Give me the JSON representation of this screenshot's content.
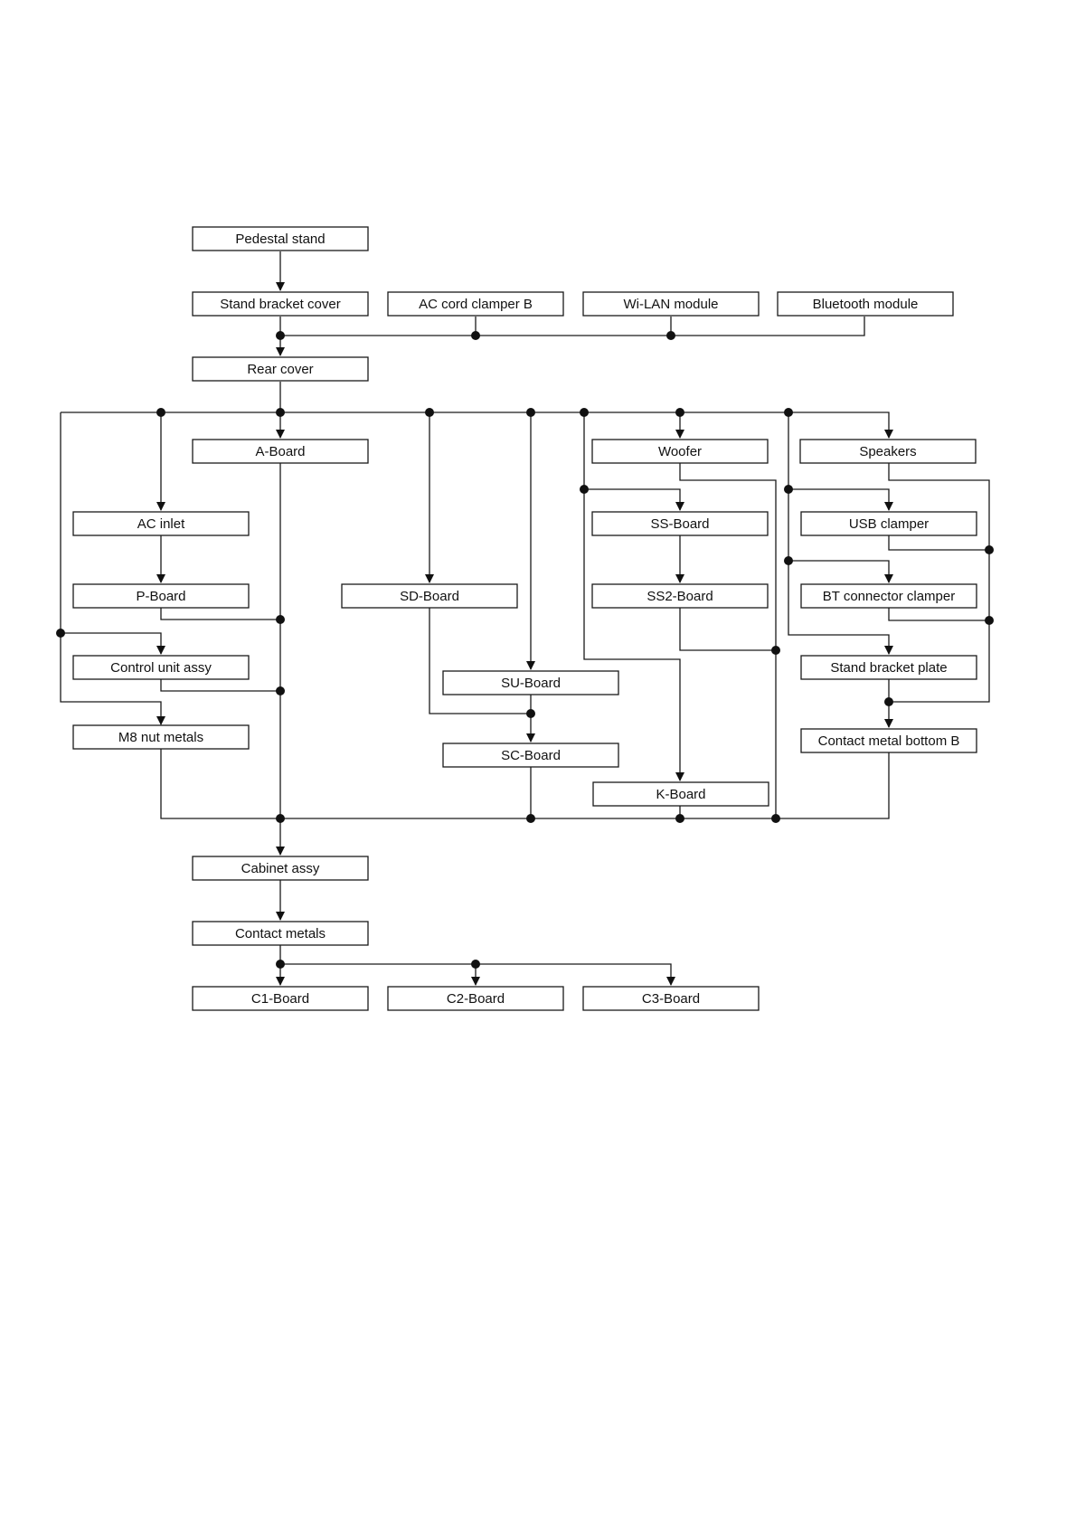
{
  "nodes": {
    "pedestal_stand": "Pedestal stand",
    "stand_bracket_cover": "Stand bracket cover",
    "ac_cord_clamper_b": "AC cord clamper B",
    "wi_lan_module": "Wi-LAN module",
    "bluetooth_module": "Bluetooth module",
    "rear_cover": "Rear cover",
    "a_board": "A-Board",
    "woofer": "Woofer",
    "speakers": "Speakers",
    "ac_inlet": "AC inlet",
    "ss_board": "SS-Board",
    "usb_clamper": "USB clamper",
    "p_board": "P-Board",
    "sd_board": "SD-Board",
    "ss2_board": "SS2-Board",
    "bt_connector_clamper": "BT connector clamper",
    "control_unit_assy": "Control unit assy",
    "su_board": "SU-Board",
    "stand_bracket_plate": "Stand bracket plate",
    "m8_nut_metals": "M8 nut metals",
    "sc_board": "SC-Board",
    "contact_metal_bottom_b": "Contact metal bottom B",
    "k_board": "K-Board",
    "cabinet_assy": "Cabinet assy",
    "contact_metals": "Contact metals",
    "c1_board": "C1-Board",
    "c2_board": "C2-Board",
    "c3_board": "C3-Board"
  },
  "colors": {
    "line": "#1a1a1a",
    "box_fill": "#ffffff"
  }
}
